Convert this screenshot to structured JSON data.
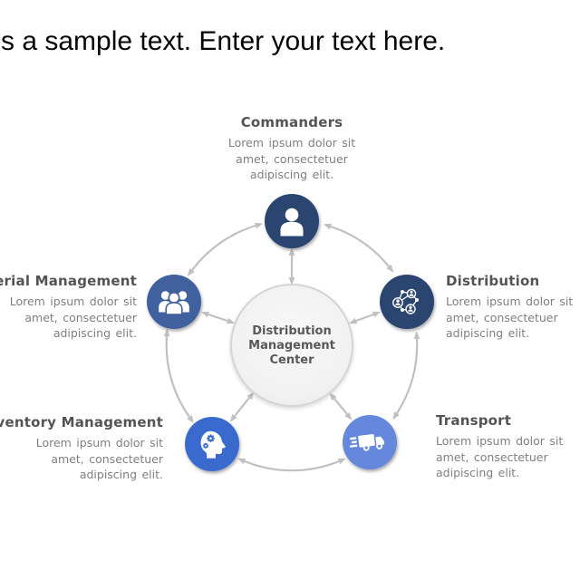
{
  "slide": {
    "title": "s a sample text. Enter your text here."
  },
  "diagram": {
    "arrow_color": "#c0c0c0",
    "center": {
      "label_lines": [
        "Distribution",
        "Management",
        "Center"
      ],
      "text_color": "#595959"
    },
    "nodes": [
      {
        "key": "commanders",
        "title": "Commanders",
        "icon": "person-icon",
        "color": "#2b4470",
        "desc_lines": [
          "Lorem ipsum dolor sit",
          "amet, consectetuer",
          "adipiscing elit."
        ]
      },
      {
        "key": "distribution",
        "title": "Distribution",
        "icon": "people-network-icon",
        "color": "#2b4470",
        "desc_lines": [
          "Lorem ipsum dolor sit",
          "amet, consectetuer",
          "adipiscing elit."
        ]
      },
      {
        "key": "transport",
        "title": "Transport",
        "icon": "delivery-truck-icon",
        "color": "#6587dc",
        "desc_lines": [
          "Lorem ipsum dolor sit",
          "amet, consectetuer",
          "adipiscing elit."
        ]
      },
      {
        "key": "inventory-management",
        "title": "nventory Management",
        "icon": "head-gears-icon",
        "color": "#3a6ace",
        "desc_lines": [
          "Lorem ipsum dolor sit",
          "amet, consectetuer",
          "adipiscing elit."
        ]
      },
      {
        "key": "material-management",
        "title": "terial Management",
        "icon": "people-group-icon",
        "color": "#41619e",
        "desc_lines": [
          "Lorem ipsum dolor sit",
          "amet, consectetuer",
          "adipiscing elit."
        ]
      }
    ]
  }
}
